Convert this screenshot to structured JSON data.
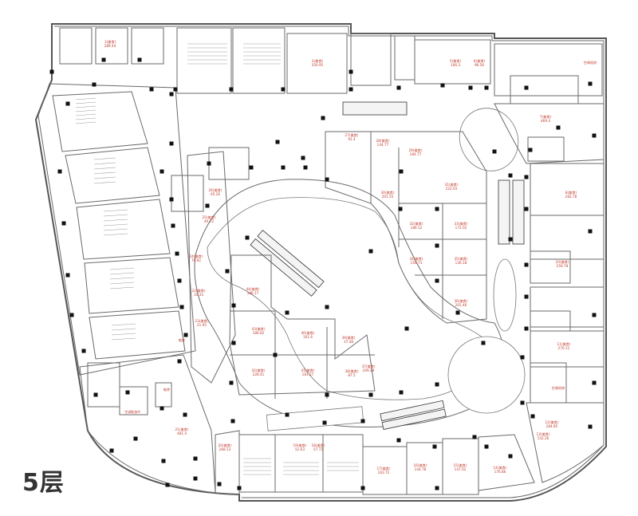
{
  "floor_label": "5层",
  "colors": {
    "room_label": "#c0392b",
    "wall": "#6a6a6a",
    "column": "#111111"
  },
  "rooms": [
    {
      "id": "r1",
      "name": "5(美食)",
      "area": "106.3"
    },
    {
      "id": "r2",
      "name": "6(美食)",
      "area": "96.56"
    },
    {
      "id": "r3",
      "name": "2(美食)",
      "area": "350.95"
    },
    {
      "id": "r4",
      "name": "7(美食)",
      "area": "469.4"
    },
    {
      "id": "r5",
      "name": "空调机房",
      "area": ""
    },
    {
      "id": "r6",
      "name": "27(美食)",
      "area": "91.4"
    },
    {
      "id": "r7",
      "name": "28(美食)",
      "area": "144.77"
    },
    {
      "id": "r8",
      "name": "29(美食)",
      "area": "184.77"
    },
    {
      "id": "r9",
      "name": "30(美食)",
      "area": "201.55"
    },
    {
      "id": "r10",
      "name": "31(美食)",
      "area": "222.03"
    },
    {
      "id": "r11",
      "name": "32(美食)",
      "area": "186.12"
    },
    {
      "id": "r12",
      "name": "33(美食)",
      "area": "172.02"
    },
    {
      "id": "r13",
      "name": "34(美食)",
      "area": "156.73"
    },
    {
      "id": "r14",
      "name": "35(美食)",
      "area": "136.18"
    },
    {
      "id": "r15",
      "name": "36(美食)",
      "area": "201.46"
    },
    {
      "id": "r16",
      "name": "8(美食)",
      "area": "282.78"
    },
    {
      "id": "r17",
      "name": "10(美食)",
      "area": "259.78"
    },
    {
      "id": "r18",
      "name": "11(美食)",
      "area": "270.11"
    },
    {
      "id": "r19",
      "name": "12(美食)",
      "area": "284.85"
    },
    {
      "id": "r20",
      "name": "13(美食)",
      "area": "152.26"
    },
    {
      "id": "r21",
      "name": "14(美食)",
      "area": "176.86"
    },
    {
      "id": "r22",
      "name": "15(美食)",
      "area": "147.02"
    },
    {
      "id": "r23",
      "name": "16(美食)",
      "area": "144.78"
    },
    {
      "id": "r24",
      "name": "17(美食)",
      "area": "163.72"
    },
    {
      "id": "r25",
      "name": "20(美食)",
      "area": "268.13"
    },
    {
      "id": "r26",
      "name": "21(美食)",
      "area": "481.4"
    },
    {
      "id": "r27",
      "name": "22(美食)",
      "area": "31.33"
    },
    {
      "id": "r28",
      "name": "23(美食)",
      "area": "21.95"
    },
    {
      "id": "r29",
      "name": "24(美食)",
      "area": "70.92"
    },
    {
      "id": "r30",
      "name": "25(美食)",
      "area": "40.72"
    },
    {
      "id": "r31",
      "name": "26(美食)",
      "area": "65.26"
    },
    {
      "id": "r32",
      "name": "37(美食)",
      "area": "209.29"
    },
    {
      "id": "r33",
      "name": "38(美食)",
      "area": "87.5"
    },
    {
      "id": "r34",
      "name": "39(美食)",
      "area": "37.48"
    },
    {
      "id": "r35",
      "name": "40(美食)",
      "area": "101.6"
    },
    {
      "id": "r36",
      "name": "41(美食)",
      "area": "181.17"
    },
    {
      "id": "r37",
      "name": "42(美食)",
      "area": "228.41"
    },
    {
      "id": "r38",
      "name": "43(美食)",
      "area": "186.82"
    },
    {
      "id": "r39",
      "name": "44(美食)",
      "area": "186.17"
    },
    {
      "id": "r40",
      "name": "1(美食)",
      "area": "289.44"
    },
    {
      "id": "r41",
      "name": "空调机房A",
      "area": ""
    },
    {
      "id": "r42",
      "name": "空调机房",
      "area": ""
    },
    {
      "id": "r43",
      "name": "电井",
      "area": ""
    },
    {
      "id": "r44",
      "name": "电井",
      "area": ""
    },
    {
      "id": "r45",
      "name": "18(美食)",
      "area": "57.72"
    },
    {
      "id": "r46",
      "name": "19(美食)",
      "area": "51.63"
    }
  ]
}
